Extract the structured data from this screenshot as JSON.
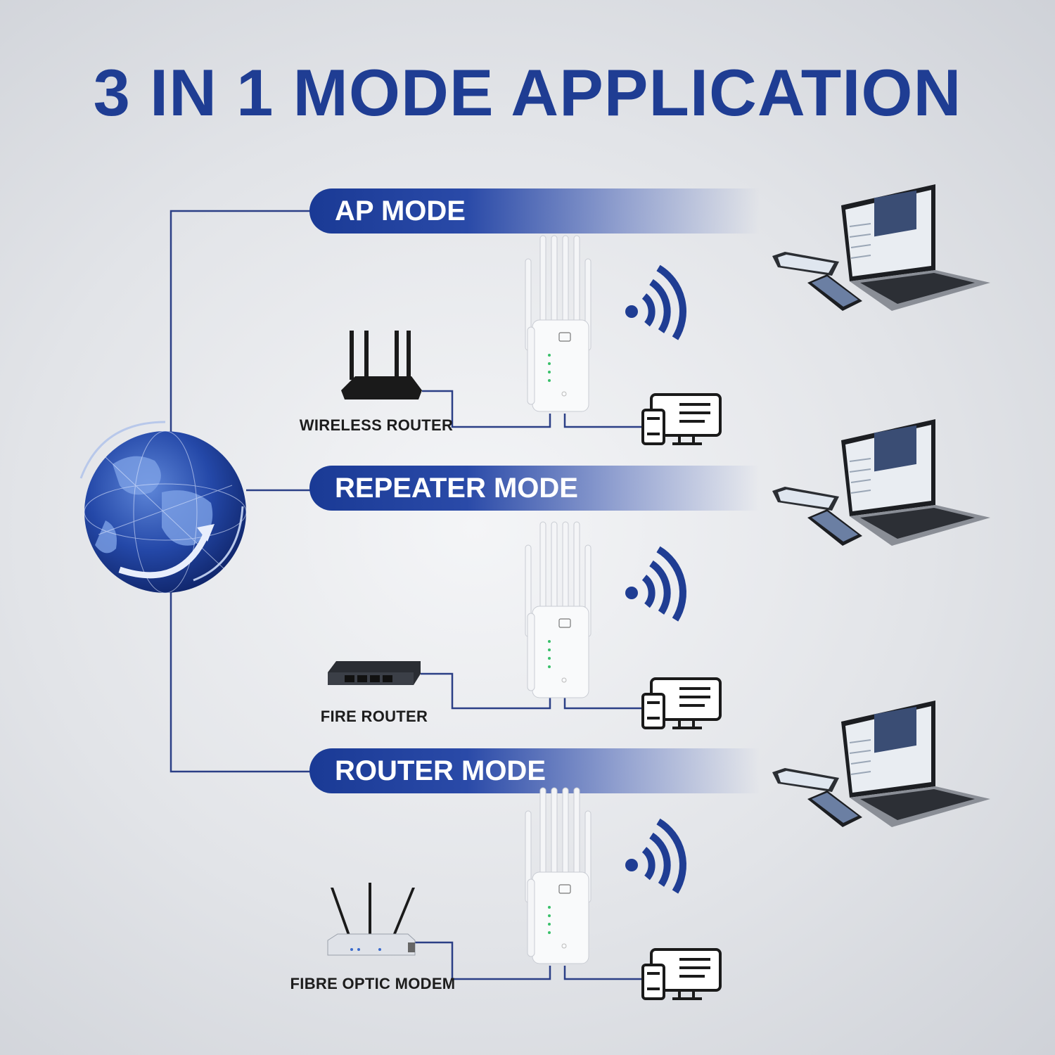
{
  "title": "3 IN 1 MODE APPLICATION",
  "colors": {
    "accent": "#1f3d93",
    "line": "#2b3f86",
    "wifi": "#1f3d93"
  },
  "modes": [
    {
      "label": "AP MODE",
      "source_device": {
        "label": "WIRELESS ROUTER",
        "icon": "wireless-router-icon"
      }
    },
    {
      "label": "REPEATER MODE",
      "source_device": {
        "label": "FIRE ROUTER",
        "icon": "network-switch-icon"
      }
    },
    {
      "label": "ROUTER MODE",
      "source_device": {
        "label": "FIBRE OPTIC MODEM",
        "icon": "fibre-modem-icon"
      }
    }
  ],
  "icons": [
    "globe-icon",
    "repeater-icon",
    "wifi-icon",
    "computer-phone-icon",
    "laptop-devices-icon"
  ]
}
